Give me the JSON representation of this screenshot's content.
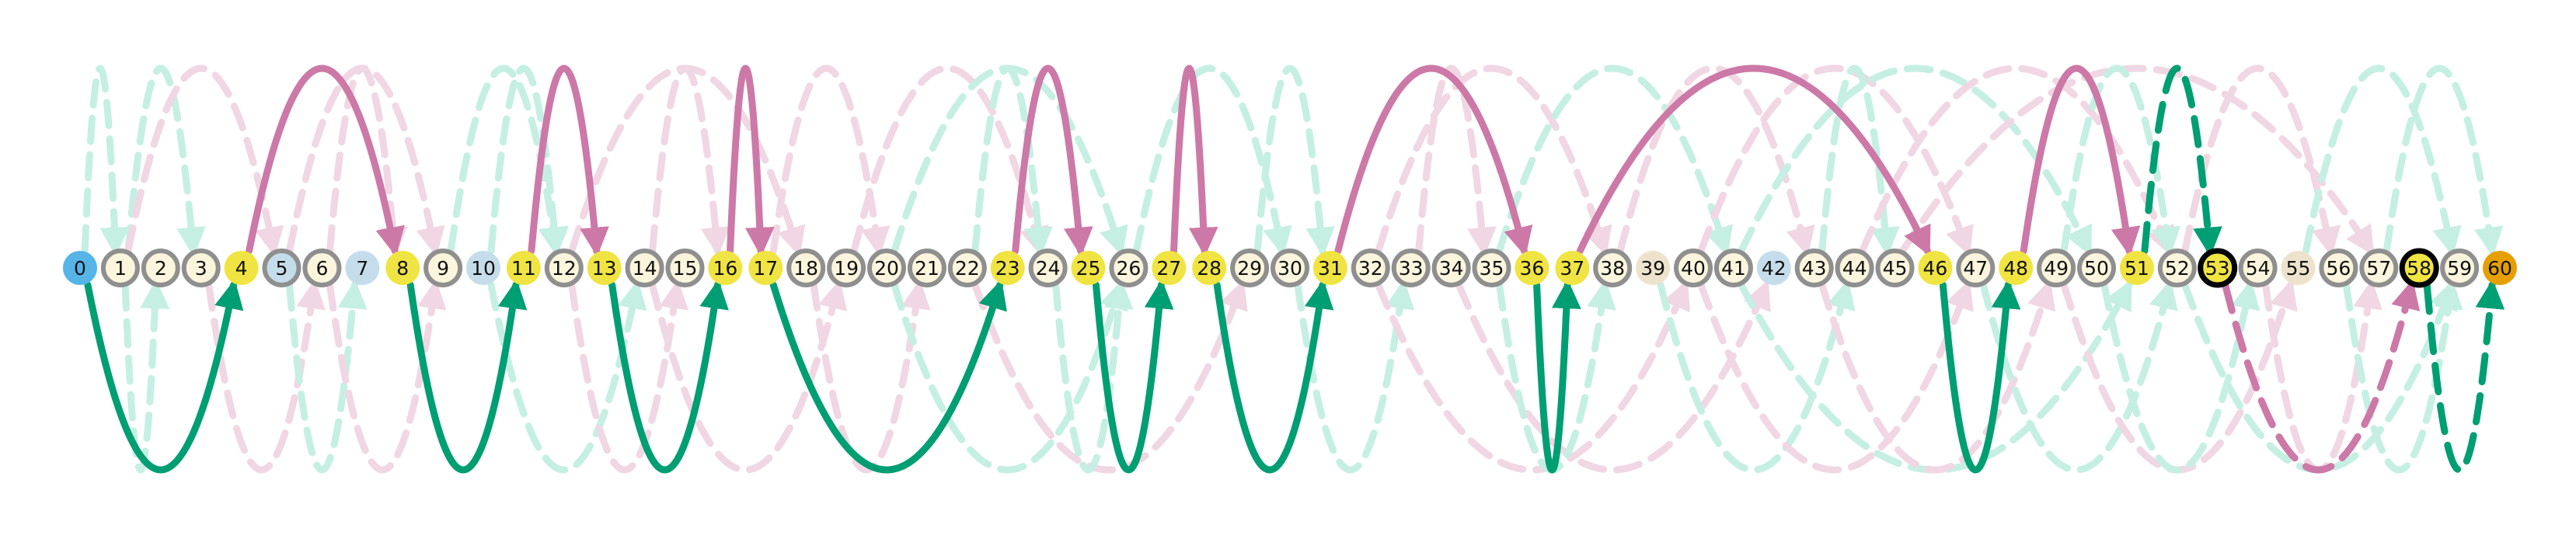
{
  "nodes": [
    {
      "label": "0",
      "fill": "#56B4E9",
      "ring": "none"
    },
    {
      "label": "1",
      "fill": "#FAF5DC",
      "ring": "grey"
    },
    {
      "label": "2",
      "fill": "#FAF5DC",
      "ring": "grey"
    },
    {
      "label": "3",
      "fill": "#FAF5DC",
      "ring": "grey"
    },
    {
      "label": "4",
      "fill": "#F0E442",
      "ring": "none"
    },
    {
      "label": "5",
      "fill": "#C5DDEB",
      "ring": "grey"
    },
    {
      "label": "6",
      "fill": "#FAF5DC",
      "ring": "grey"
    },
    {
      "label": "7",
      "fill": "#C5DDEB",
      "ring": "none"
    },
    {
      "label": "8",
      "fill": "#F0E442",
      "ring": "none"
    },
    {
      "label": "9",
      "fill": "#FAF5DC",
      "ring": "grey"
    },
    {
      "label": "10",
      "fill": "#C5DDEB",
      "ring": "none"
    },
    {
      "label": "11",
      "fill": "#F0E442",
      "ring": "none"
    },
    {
      "label": "12",
      "fill": "#FAF5DC",
      "ring": "grey"
    },
    {
      "label": "13",
      "fill": "#F0E442",
      "ring": "none"
    },
    {
      "label": "14",
      "fill": "#FAF5DC",
      "ring": "grey"
    },
    {
      "label": "15",
      "fill": "#FAF5DC",
      "ring": "grey"
    },
    {
      "label": "16",
      "fill": "#F0E442",
      "ring": "none"
    },
    {
      "label": "17",
      "fill": "#F0E442",
      "ring": "none"
    },
    {
      "label": "18",
      "fill": "#FAF5DC",
      "ring": "grey"
    },
    {
      "label": "19",
      "fill": "#FAF5DC",
      "ring": "grey"
    },
    {
      "label": "20",
      "fill": "#FAF5DC",
      "ring": "grey"
    },
    {
      "label": "21",
      "fill": "#FAF5DC",
      "ring": "grey"
    },
    {
      "label": "22",
      "fill": "#FAF5DC",
      "ring": "grey"
    },
    {
      "label": "23",
      "fill": "#F0E442",
      "ring": "none"
    },
    {
      "label": "24",
      "fill": "#FAF5DC",
      "ring": "grey"
    },
    {
      "label": "25",
      "fill": "#F0E442",
      "ring": "none"
    },
    {
      "label": "26",
      "fill": "#FAF5DC",
      "ring": "grey"
    },
    {
      "label": "27",
      "fill": "#F0E442",
      "ring": "none"
    },
    {
      "label": "28",
      "fill": "#F0E442",
      "ring": "none"
    },
    {
      "label": "29",
      "fill": "#FAF5DC",
      "ring": "grey"
    },
    {
      "label": "30",
      "fill": "#FAF5DC",
      "ring": "grey"
    },
    {
      "label": "31",
      "fill": "#F0E442",
      "ring": "none"
    },
    {
      "label": "32",
      "fill": "#FAF5DC",
      "ring": "grey"
    },
    {
      "label": "33",
      "fill": "#FAF5DC",
      "ring": "grey"
    },
    {
      "label": "34",
      "fill": "#FAF5DC",
      "ring": "grey"
    },
    {
      "label": "35",
      "fill": "#FAF5DC",
      "ring": "grey"
    },
    {
      "label": "36",
      "fill": "#F0E442",
      "ring": "none"
    },
    {
      "label": "37",
      "fill": "#F0E442",
      "ring": "none"
    },
    {
      "label": "38",
      "fill": "#FAF5DC",
      "ring": "grey"
    },
    {
      "label": "39",
      "fill": "#EDE3CC",
      "ring": "none"
    },
    {
      "label": "40",
      "fill": "#FAF5DC",
      "ring": "grey"
    },
    {
      "label": "41",
      "fill": "#FAF5DC",
      "ring": "grey"
    },
    {
      "label": "42",
      "fill": "#C5DDEB",
      "ring": "none"
    },
    {
      "label": "43",
      "fill": "#FAF5DC",
      "ring": "grey"
    },
    {
      "label": "44",
      "fill": "#FAF5DC",
      "ring": "grey"
    },
    {
      "label": "45",
      "fill": "#FAF5DC",
      "ring": "grey"
    },
    {
      "label": "46",
      "fill": "#F0E442",
      "ring": "none"
    },
    {
      "label": "47",
      "fill": "#FAF5DC",
      "ring": "grey"
    },
    {
      "label": "48",
      "fill": "#F0E442",
      "ring": "none"
    },
    {
      "label": "49",
      "fill": "#FAF5DC",
      "ring": "grey"
    },
    {
      "label": "50",
      "fill": "#FAF5DC",
      "ring": "grey"
    },
    {
      "label": "51",
      "fill": "#F0E442",
      "ring": "none"
    },
    {
      "label": "52",
      "fill": "#FAF5DC",
      "ring": "grey"
    },
    {
      "label": "53",
      "fill": "#F0E442",
      "ring": "black"
    },
    {
      "label": "54",
      "fill": "#FAF5DC",
      "ring": "grey"
    },
    {
      "label": "55",
      "fill": "#EDE3CC",
      "ring": "none"
    },
    {
      "label": "56",
      "fill": "#FAF5DC",
      "ring": "grey"
    },
    {
      "label": "57",
      "fill": "#FAF5DC",
      "ring": "grey"
    },
    {
      "label": "58",
      "fill": "#F0E442",
      "ring": "black"
    },
    {
      "label": "59",
      "fill": "#FAF5DC",
      "ring": "grey"
    },
    {
      "label": "60",
      "fill": "#E69F00",
      "ring": "none"
    }
  ],
  "highlighted_edges": [
    {
      "from": 4,
      "to": 8,
      "side": "above",
      "color": "#CC79A7",
      "style": "solid"
    },
    {
      "from": 11,
      "to": 13,
      "side": "above",
      "color": "#CC79A7",
      "style": "solid"
    },
    {
      "from": 16,
      "to": 17,
      "side": "above",
      "color": "#CC79A7",
      "style": "solid"
    },
    {
      "from": 23,
      "to": 25,
      "side": "above",
      "color": "#CC79A7",
      "style": "solid"
    },
    {
      "from": 27,
      "to": 28,
      "side": "above",
      "color": "#CC79A7",
      "style": "solid"
    },
    {
      "from": 31,
      "to": 36,
      "side": "above",
      "color": "#CC79A7",
      "style": "solid"
    },
    {
      "from": 37,
      "to": 46,
      "side": "above",
      "color": "#CC79A7",
      "style": "solid"
    },
    {
      "from": 48,
      "to": 51,
      "side": "above",
      "color": "#CC79A7",
      "style": "solid"
    },
    {
      "from": 51,
      "to": 53,
      "side": "above",
      "color": "#009E73",
      "style": "dashed"
    },
    {
      "from": 0,
      "to": 4,
      "side": "below",
      "color": "#009E73",
      "style": "solid"
    },
    {
      "from": 8,
      "to": 11,
      "side": "below",
      "color": "#009E73",
      "style": "solid"
    },
    {
      "from": 13,
      "to": 16,
      "side": "below",
      "color": "#009E73",
      "style": "solid"
    },
    {
      "from": 17,
      "to": 23,
      "side": "below",
      "color": "#009E73",
      "style": "solid"
    },
    {
      "from": 25,
      "to": 27,
      "side": "below",
      "color": "#009E73",
      "style": "solid"
    },
    {
      "from": 28,
      "to": 31,
      "side": "below",
      "color": "#009E73",
      "style": "solid"
    },
    {
      "from": 36,
      "to": 37,
      "side": "below",
      "color": "#009E73",
      "style": "solid"
    },
    {
      "from": 46,
      "to": 48,
      "side": "below",
      "color": "#009E73",
      "style": "solid"
    },
    {
      "from": 53,
      "to": 58,
      "side": "below",
      "color": "#CC79A7",
      "style": "dashed"
    },
    {
      "from": 58,
      "to": 60,
      "side": "below",
      "color": "#009E73",
      "style": "dashed"
    }
  ],
  "faded_edges": [
    {
      "from": 0,
      "to": 1,
      "side": "above",
      "color": "#C5EFE3"
    },
    {
      "from": 1,
      "to": 3,
      "side": "above",
      "color": "#C5EFE3"
    },
    {
      "from": 1,
      "to": 5,
      "side": "above",
      "color": "#F0D7E3"
    },
    {
      "from": 6,
      "to": 8,
      "side": "above",
      "color": "#F0D7E3"
    },
    {
      "from": 5,
      "to": 9,
      "side": "above",
      "color": "#F0D7E3"
    },
    {
      "from": 9,
      "to": 12,
      "side": "above",
      "color": "#C5EFE3"
    },
    {
      "from": 10,
      "to": 12,
      "side": "above",
      "color": "#C5EFE3"
    },
    {
      "from": 14,
      "to": 16,
      "side": "above",
      "color": "#F0D7E3"
    },
    {
      "from": 12,
      "to": 18,
      "side": "above",
      "color": "#F0D7E3"
    },
    {
      "from": 17,
      "to": 20,
      "side": "above",
      "color": "#F0D7E3"
    },
    {
      "from": 19,
      "to": 24,
      "side": "above",
      "color": "#F0D7E3"
    },
    {
      "from": 20,
      "to": 26,
      "side": "above",
      "color": "#C5EFE3"
    },
    {
      "from": 22,
      "to": 24,
      "side": "above",
      "color": "#C5EFE3"
    },
    {
      "from": 26,
      "to": 30,
      "side": "above",
      "color": "#C5EFE3"
    },
    {
      "from": 29,
      "to": 31,
      "side": "above",
      "color": "#C5EFE3"
    },
    {
      "from": 33,
      "to": 35,
      "side": "above",
      "color": "#F0D7E3"
    },
    {
      "from": 32,
      "to": 38,
      "side": "above",
      "color": "#F0D7E3"
    },
    {
      "from": 35,
      "to": 41,
      "side": "above",
      "color": "#C5EFE3"
    },
    {
      "from": 38,
      "to": 43,
      "side": "above",
      "color": "#F0D7E3"
    },
    {
      "from": 40,
      "to": 47,
      "side": "above",
      "color": "#F0D7E3"
    },
    {
      "from": 41,
      "to": 50,
      "side": "above",
      "color": "#C5EFE3"
    },
    {
      "from": 43,
      "to": 45,
      "side": "above",
      "color": "#C5EFE3"
    },
    {
      "from": 44,
      "to": 52,
      "side": "above",
      "color": "#F0D7E3"
    },
    {
      "from": 45,
      "to": 57,
      "side": "above",
      "color": "#F0D7E3"
    },
    {
      "from": 49,
      "to": 52,
      "side": "above",
      "color": "#C5EFE3"
    },
    {
      "from": 52,
      "to": 56,
      "side": "above",
      "color": "#F0D7E3"
    },
    {
      "from": 55,
      "to": 59,
      "side": "above",
      "color": "#C5EFE3"
    },
    {
      "from": 57,
      "to": 60,
      "side": "above",
      "color": "#C5EFE3"
    },
    {
      "from": 1,
      "to": 2,
      "side": "below",
      "color": "#C5EFE3"
    },
    {
      "from": 3,
      "to": 6,
      "side": "below",
      "color": "#F0D7E3"
    },
    {
      "from": 5,
      "to": 7,
      "side": "below",
      "color": "#C5EFE3"
    },
    {
      "from": 6,
      "to": 9,
      "side": "below",
      "color": "#F0D7E3"
    },
    {
      "from": 10,
      "to": 14,
      "side": "below",
      "color": "#C5EFE3"
    },
    {
      "from": 12,
      "to": 15,
      "side": "below",
      "color": "#F0D7E3"
    },
    {
      "from": 14,
      "to": 19,
      "side": "below",
      "color": "#F0D7E3"
    },
    {
      "from": 18,
      "to": 21,
      "side": "below",
      "color": "#F0D7E3"
    },
    {
      "from": 20,
      "to": 26,
      "side": "below",
      "color": "#C5EFE3"
    },
    {
      "from": 22,
      "to": 29,
      "side": "below",
      "color": "#F0D7E3"
    },
    {
      "from": 24,
      "to": 26,
      "side": "below",
      "color": "#C5EFE3"
    },
    {
      "from": 30,
      "to": 33,
      "side": "below",
      "color": "#C5EFE3"
    },
    {
      "from": 32,
      "to": 40,
      "side": "below",
      "color": "#F0D7E3"
    },
    {
      "from": 34,
      "to": 42,
      "side": "below",
      "color": "#F0D7E3"
    },
    {
      "from": 35,
      "to": 38,
      "side": "below",
      "color": "#C5EFE3"
    },
    {
      "from": 39,
      "to": 44,
      "side": "below",
      "color": "#C5EFE3"
    },
    {
      "from": 40,
      "to": 47,
      "side": "below",
      "color": "#F0D7E3"
    },
    {
      "from": 41,
      "to": 51,
      "side": "below",
      "color": "#C5EFE3"
    },
    {
      "from": 43,
      "to": 49,
      "side": "below",
      "color": "#F0D7E3"
    },
    {
      "from": 47,
      "to": 52,
      "side": "below",
      "color": "#C5EFE3"
    },
    {
      "from": 49,
      "to": 55,
      "side": "below",
      "color": "#F0D7E3"
    },
    {
      "from": 50,
      "to": 54,
      "side": "below",
      "color": "#C5EFE3"
    },
    {
      "from": 52,
      "to": 59,
      "side": "below",
      "color": "#C5EFE3"
    },
    {
      "from": 54,
      "to": 57,
      "side": "below",
      "color": "#F0D7E3"
    },
    {
      "from": 56,
      "to": 59,
      "side": "below",
      "color": "#C5EFE3"
    }
  ]
}
